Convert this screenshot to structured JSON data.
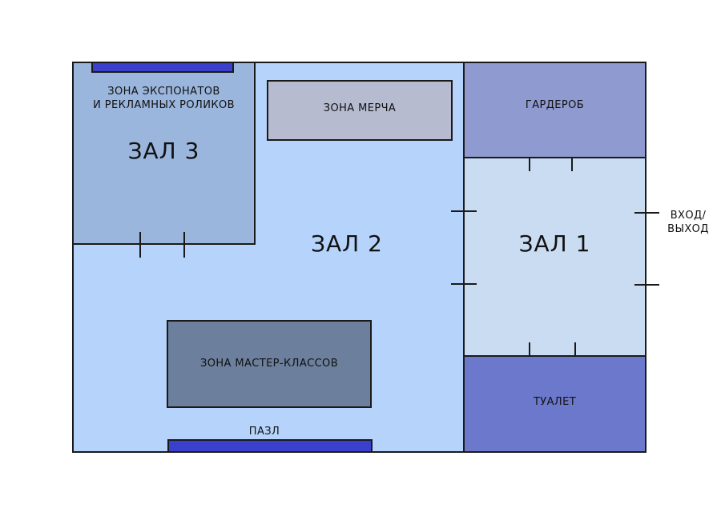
{
  "colors": {
    "hall2": "#b6d3fb",
    "hall3": "#9bb6dc",
    "hall1": "#cadcf2",
    "wardrobe": "#8e9ad0",
    "toilet": "#6b78cc",
    "merch": "#b6bbd0",
    "masterclass": "#6c7f9c",
    "accent_bar": "#3a3fcc"
  },
  "rooms": {
    "hall3": {
      "title": "ЗАЛ 3",
      "zone_line1": "ЗОНА ЭКСПОНАТОВ",
      "zone_line2": "И РЕКЛАМНЫХ РОЛИКОВ"
    },
    "hall2": {
      "title": "ЗАЛ 2"
    },
    "hall1": {
      "title": "ЗАЛ 1"
    },
    "wardrobe": {
      "label": "ГАРДЕРОБ"
    },
    "toilet": {
      "label": "ТУАЛЕТ"
    },
    "merch": {
      "label": "ЗОНА МЕРЧА"
    },
    "masterclass": {
      "label": "ЗОНА МАСТЕР-КЛАССОВ"
    },
    "puzzle": {
      "label": "ПАЗЛ"
    }
  },
  "entrance": {
    "line1": "ВХОД/",
    "line2": "ВЫХОД"
  }
}
